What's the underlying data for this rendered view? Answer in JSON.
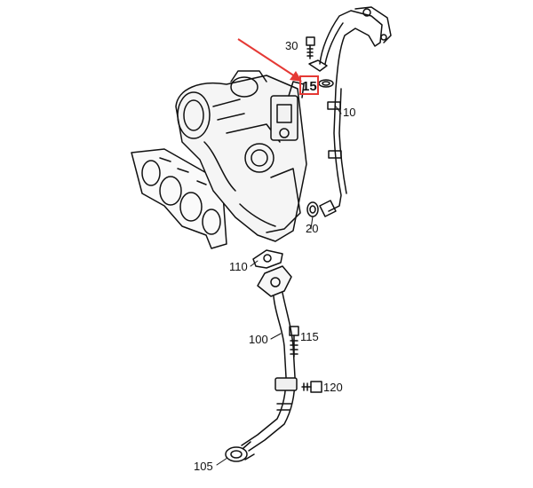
{
  "diagram": {
    "callouts": {
      "p10": "10",
      "p15": "15",
      "p20": "20",
      "p30": "30",
      "p100": "100",
      "p105": "105",
      "p110": "110",
      "p115": "115",
      "p120": "120"
    },
    "highlight_color": "#e53935",
    "line_color": "#111111"
  }
}
